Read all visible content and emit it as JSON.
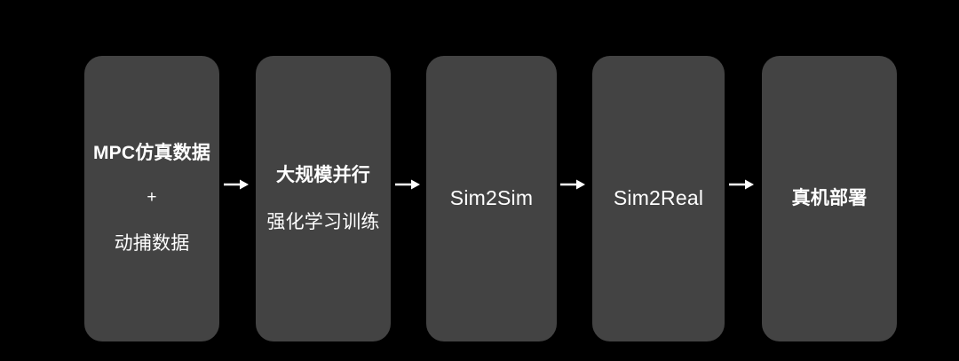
{
  "diagram": {
    "title": "Humanoid robot learning pipeline",
    "background_color": "#000000",
    "box_color": "#434343",
    "text_color": "#FFFFFF",
    "arrow_color": "#FFFFFF",
    "stages": [
      {
        "id": "data-sources",
        "lines": [
          {
            "text": "MPC仿真数据",
            "style": "cjk-bold"
          },
          {
            "text": "+",
            "style": "plus"
          },
          {
            "text": "动捕数据",
            "style": "cjk"
          }
        ]
      },
      {
        "id": "training",
        "lines": [
          {
            "text": "大规模并行",
            "style": "cjk-bold"
          },
          {
            "text": "强化学习训练",
            "style": "cjk"
          }
        ]
      },
      {
        "id": "sim2sim",
        "lines": [
          {
            "text": "Sim2Sim",
            "style": "latin"
          }
        ]
      },
      {
        "id": "sim2real",
        "lines": [
          {
            "text": "Sim2Real",
            "style": "latin"
          }
        ]
      },
      {
        "id": "deployment",
        "lines": [
          {
            "text": "真机部署",
            "style": "cjk-bold"
          }
        ]
      }
    ],
    "arrows": [
      {
        "id": "arrow-1",
        "from": "data-sources",
        "to": "training",
        "glyph": "arrow-right-icon"
      },
      {
        "id": "arrow-2",
        "from": "training",
        "to": "sim2sim",
        "glyph": "arrow-right-icon"
      },
      {
        "id": "arrow-3",
        "from": "sim2sim",
        "to": "sim2real",
        "glyph": "arrow-right-icon"
      },
      {
        "id": "arrow-4",
        "from": "sim2real",
        "to": "deployment",
        "glyph": "arrow-right-icon"
      }
    ]
  }
}
